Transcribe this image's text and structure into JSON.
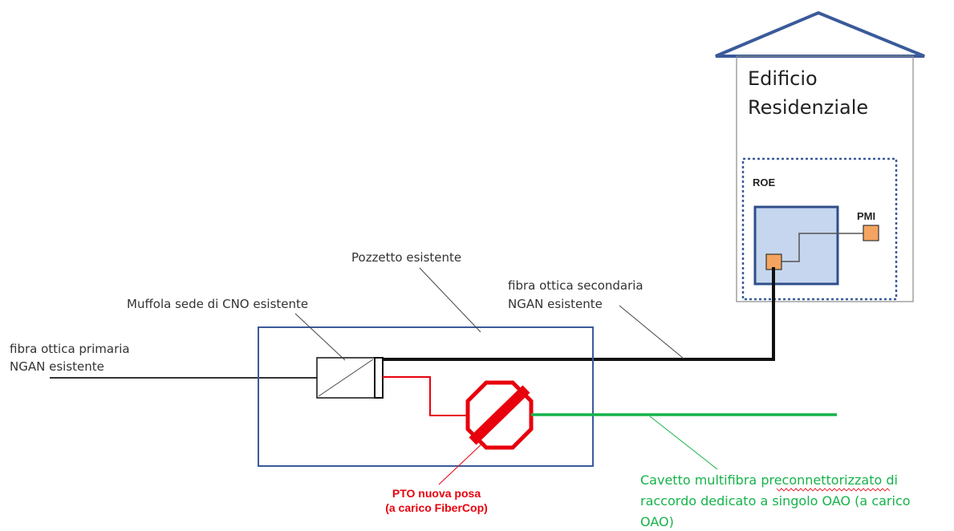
{
  "colors": {
    "box_border": "#3a5a9a",
    "roe_fill": "#c5d6ee",
    "pmi_fill": "#f4a460",
    "red": "#e8000d",
    "green": "#15b34a",
    "black": "#111111"
  },
  "building": {
    "title_line1": "Edificio",
    "title_line2": "Residenziale",
    "roe_label": "ROE",
    "pmi_label": "PMI"
  },
  "labels": {
    "pozzetto": "Pozzetto esistente",
    "muffola": "Muffola sede di CNO esistente",
    "secondary_line1": "fibra ottica secondaria",
    "secondary_line2": "NGAN esistente",
    "primary_line1": "fibra ottica primaria",
    "primary_line2": "NGAN esistente",
    "pto_line1": "PTO nuova posa",
    "pto_line2": "(a carico FiberCop)",
    "cable_line1_a": "Cavetto multifibra ",
    "cable_line1_b": "preconnettorizzato",
    "cable_line1_c": " di",
    "cable_line2": "raccordo dedicato a singolo OAO (a carico",
    "cable_line3": "OAO)"
  }
}
